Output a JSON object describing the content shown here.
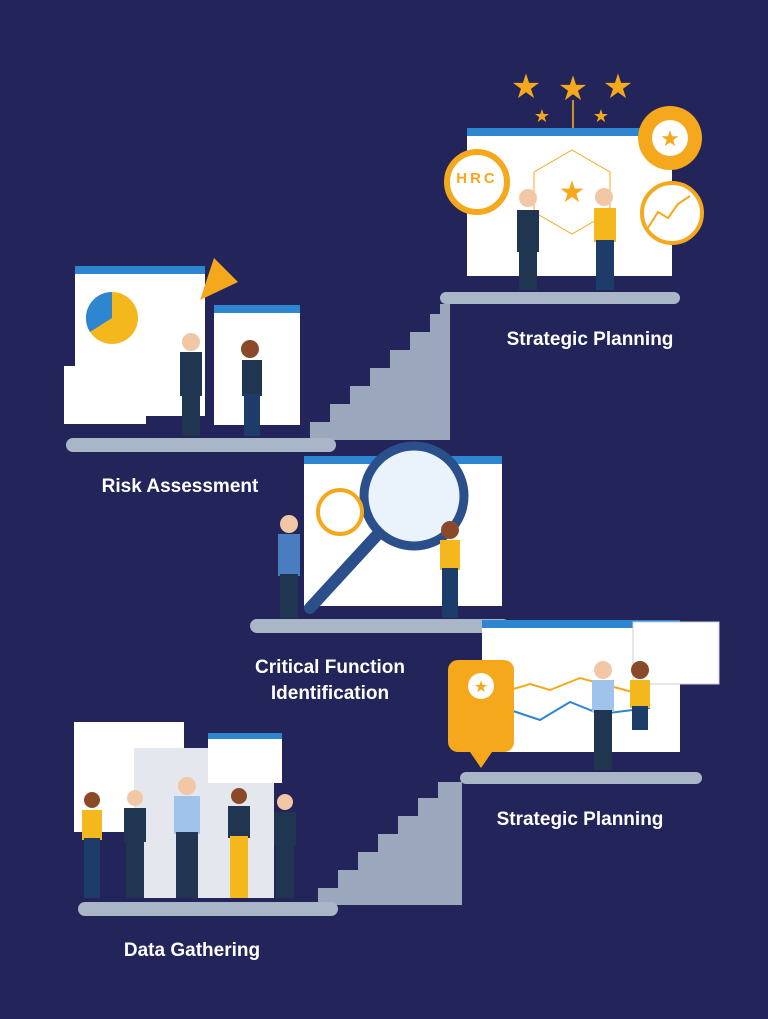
{
  "steps": [
    {
      "label": "Strategic Planning"
    },
    {
      "label": "Risk Assessment"
    },
    {
      "label": "Critical Function Identification"
    },
    {
      "label": "Strategic Planning"
    },
    {
      "label": "Data Gathering"
    }
  ],
  "badge": {
    "text": "HRC"
  },
  "colors": {
    "background": "#22245a",
    "stairs": "#a9b6c8",
    "accent": "#f5a81c",
    "window_bar": "#2f86d0"
  }
}
